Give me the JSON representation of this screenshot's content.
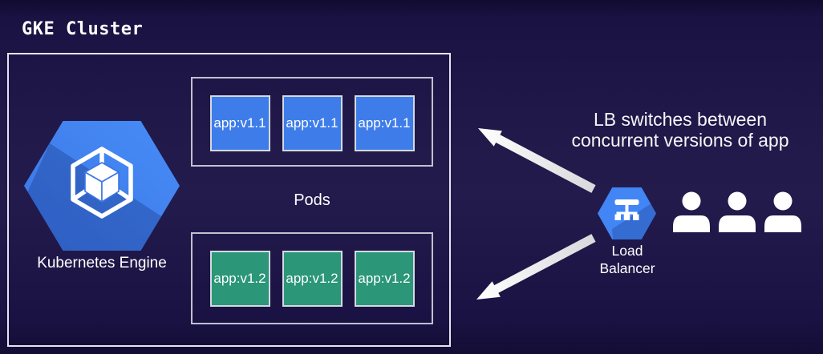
{
  "title": "GKE Cluster",
  "cluster": {
    "engine_label": "Kubernetes Engine",
    "pods_label": "Pods",
    "pod_groups": [
      {
        "version": "v1.1",
        "color": "#3e7de9",
        "pods": [
          "app:v1.1",
          "app:v1.1",
          "app:v1.1"
        ]
      },
      {
        "version": "v1.2",
        "color": "#2b9678",
        "pods": [
          "app:v1.2",
          "app:v1.2",
          "app:v1.2"
        ]
      }
    ]
  },
  "load_balancer": {
    "label_line1": "Load",
    "label_line2": "Balancer",
    "icon": "load-balancer-hexagon-icon"
  },
  "annotation": {
    "line1": "LB switches between",
    "line2": "concurrent versions of app"
  },
  "users": {
    "count": 3,
    "icon": "user-icon"
  },
  "icons": {
    "engine": "kubernetes-engine-hexagon-icon"
  },
  "colors": {
    "background": "#1d1647",
    "gcp_blue": "#4285f4",
    "pod_blue": "#3e7de9",
    "pod_green": "#2b9678",
    "box_border": "#e4e4ee",
    "arrow": "#f4f4f6",
    "text": "#ffffff"
  }
}
